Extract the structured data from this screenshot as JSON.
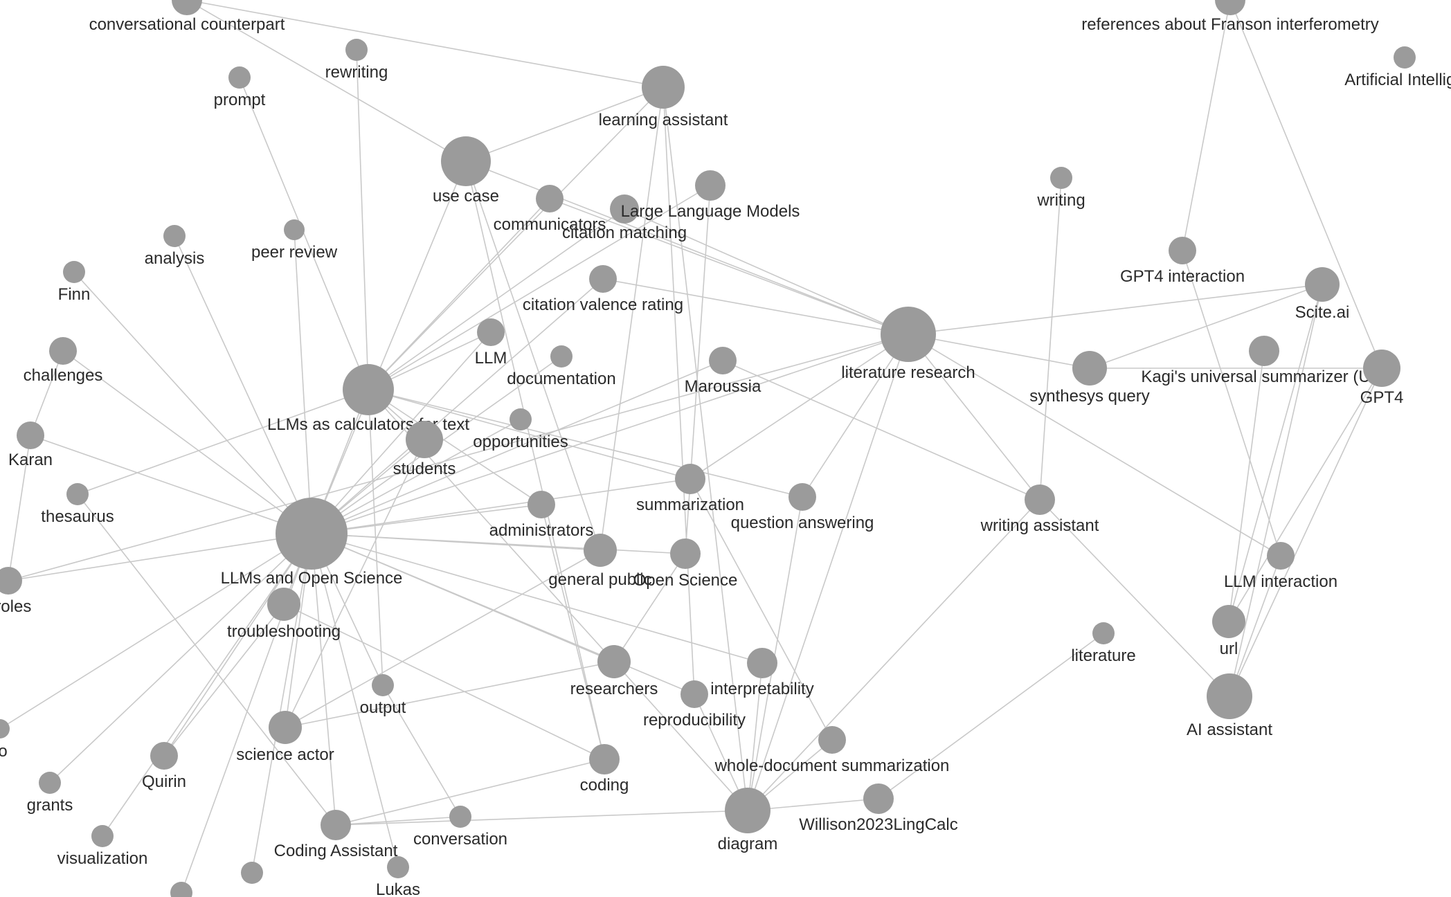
{
  "graph": {
    "node_color": "#9b9b9b",
    "edge_color": "#c9c9c9",
    "label_color": "#2a2a2a",
    "nodes": [
      {
        "id": "conversational_counterpart",
        "label": "conversational counterpart"
      },
      {
        "id": "rewriting",
        "label": "rewriting"
      },
      {
        "id": "prompt",
        "label": "prompt"
      },
      {
        "id": "learning_assistant",
        "label": "learning assistant"
      },
      {
        "id": "use_case",
        "label": "use case"
      },
      {
        "id": "communicators",
        "label": "communicators"
      },
      {
        "id": "citation_matching",
        "label": "citation matching"
      },
      {
        "id": "large_language_models",
        "label": "Large Language Models"
      },
      {
        "id": "analysis",
        "label": "analysis"
      },
      {
        "id": "peer_review",
        "label": "peer review"
      },
      {
        "id": "finn",
        "label": "Finn"
      },
      {
        "id": "citation_valence_rating",
        "label": "citation valence rating"
      },
      {
        "id": "challenges",
        "label": "challenges"
      },
      {
        "id": "llm",
        "label": "LLM"
      },
      {
        "id": "documentation",
        "label": "documentation"
      },
      {
        "id": "maroussia",
        "label": "Maroussia"
      },
      {
        "id": "llms_as_calculators",
        "label": "LLMs as calculators for text"
      },
      {
        "id": "karan",
        "label": "Karan"
      },
      {
        "id": "students",
        "label": "students"
      },
      {
        "id": "opportunities",
        "label": "opportunities"
      },
      {
        "id": "thesaurus",
        "label": "thesaurus"
      },
      {
        "id": "llms_and_open_science",
        "label": "LLMs and Open Science"
      },
      {
        "id": "summarization",
        "label": "summarization"
      },
      {
        "id": "question_answering",
        "label": "question answering"
      },
      {
        "id": "administrators",
        "label": "administrators"
      },
      {
        "id": "general_public",
        "label": "general public"
      },
      {
        "id": "open_science",
        "label": "Open Science"
      },
      {
        "id": "roles",
        "label": "r roles"
      },
      {
        "id": "troubleshooting",
        "label": "troubleshooting"
      },
      {
        "id": "output",
        "label": "output"
      },
      {
        "id": "science_actor",
        "label": "science actor"
      },
      {
        "id": "researchers",
        "label": "researchers"
      },
      {
        "id": "interpretability",
        "label": "interpretability"
      },
      {
        "id": "reproducibility",
        "label": "reproducibility"
      },
      {
        "id": "ro",
        "label": "ro"
      },
      {
        "id": "quirin",
        "label": "Quirin"
      },
      {
        "id": "grants",
        "label": "grants"
      },
      {
        "id": "coding",
        "label": "coding"
      },
      {
        "id": "visualization",
        "label": "visualization"
      },
      {
        "id": "coding_assistant",
        "label": "Coding Assistant"
      },
      {
        "id": "conversation",
        "label": "conversation"
      },
      {
        "id": "lukas",
        "label": "Lukas"
      },
      {
        "id": "diagram",
        "label": "diagram"
      },
      {
        "id": "whole_document_summarization",
        "label": "whole-document summarization"
      },
      {
        "id": "willison",
        "label": "Willison2023LingCalc"
      },
      {
        "id": "literature_research",
        "label": "literature research"
      },
      {
        "id": "writing",
        "label": "writing"
      },
      {
        "id": "writing_assistant",
        "label": "writing assistant"
      },
      {
        "id": "synthesys_query",
        "label": "synthesys query"
      },
      {
        "id": "gpt4_interaction",
        "label": "GPT4 interaction"
      },
      {
        "id": "references_franson",
        "label": "references about Franson interferometry"
      },
      {
        "id": "artificial_intelligence",
        "label": "Artificial Intellige"
      },
      {
        "id": "scite_ai",
        "label": "Scite.ai"
      },
      {
        "id": "kagi",
        "label": "Kagi's universal summarizer (US)"
      },
      {
        "id": "gpt4",
        "label": "GPT4"
      },
      {
        "id": "llm_interaction",
        "label": "LLM interaction"
      },
      {
        "id": "url",
        "label": "url"
      },
      {
        "id": "literature",
        "label": "literature"
      },
      {
        "id": "ai_assistant",
        "label": "AI assistant"
      },
      {
        "id": "unlabeled_1",
        "label": ""
      },
      {
        "id": "unlabeled_2",
        "label": ""
      }
    ],
    "edges": [
      [
        "conversational_counterpart",
        "learning_assistant"
      ],
      [
        "conversational_counterpart",
        "use_case"
      ],
      [
        "rewriting",
        "llms_as_calculators"
      ],
      [
        "prompt",
        "llms_as_calculators"
      ],
      [
        "finn",
        "llms_and_open_science"
      ],
      [
        "analysis",
        "llms_and_open_science"
      ],
      [
        "peer_review",
        "llms_and_open_science"
      ],
      [
        "challenges",
        "karan"
      ],
      [
        "challenges",
        "llms_and_open_science"
      ],
      [
        "karan",
        "llms_and_open_science"
      ],
      [
        "karan",
        "roles"
      ],
      [
        "thesaurus",
        "llms_as_calculators"
      ],
      [
        "thesaurus",
        "coding_assistant"
      ],
      [
        "roles",
        "llms_and_open_science"
      ],
      [
        "roles",
        "literature_research"
      ],
      [
        "use_case",
        "learning_assistant"
      ],
      [
        "use_case",
        "llms_and_open_science"
      ],
      [
        "use_case",
        "literature_research"
      ],
      [
        "use_case",
        "general_public"
      ],
      [
        "use_case",
        "coding"
      ],
      [
        "learning_assistant",
        "llms_as_calculators"
      ],
      [
        "learning_assistant",
        "general_public"
      ],
      [
        "learning_assistant",
        "reproducibility"
      ],
      [
        "learning_assistant",
        "diagram"
      ],
      [
        "communicators",
        "llms_as_calculators"
      ],
      [
        "communicators",
        "literature_research"
      ],
      [
        "citation_matching",
        "llms_as_calculators"
      ],
      [
        "citation_matching",
        "literature_research"
      ],
      [
        "large_language_models",
        "llms_as_calculators"
      ],
      [
        "large_language_models",
        "open_science"
      ],
      [
        "citation_valence_rating",
        "llms_and_open_science"
      ],
      [
        "citation_valence_rating",
        "literature_research"
      ],
      [
        "llm",
        "llms_and_open_science"
      ],
      [
        "llm",
        "llms_as_calculators"
      ],
      [
        "documentation",
        "llms_and_open_science"
      ],
      [
        "maroussia",
        "llms_and_open_science"
      ],
      [
        "maroussia",
        "writing_assistant"
      ],
      [
        "llms_as_calculators",
        "llms_and_open_science"
      ],
      [
        "llms_as_calculators",
        "students"
      ],
      [
        "llms_as_calculators",
        "summarization"
      ],
      [
        "llms_as_calculators",
        "question_answering"
      ],
      [
        "llms_as_calculators",
        "administrators"
      ],
      [
        "llms_as_calculators",
        "researchers"
      ],
      [
        "llms_as_calculators",
        "output"
      ],
      [
        "students",
        "llms_and_open_science"
      ],
      [
        "students",
        "science_actor"
      ],
      [
        "opportunities",
        "llms_and_open_science"
      ],
      [
        "llms_and_open_science",
        "summarization"
      ],
      [
        "llms_and_open_science",
        "administrators"
      ],
      [
        "llms_and_open_science",
        "general_public"
      ],
      [
        "llms_and_open_science",
        "open_science"
      ],
      [
        "llms_and_open_science",
        "troubleshooting"
      ],
      [
        "llms_and_open_science",
        "output"
      ],
      [
        "llms_and_open_science",
        "science_actor"
      ],
      [
        "llms_and_open_science",
        "researchers"
      ],
      [
        "llms_and_open_science",
        "interpretability"
      ],
      [
        "llms_and_open_science",
        "reproducibility"
      ],
      [
        "llms_and_open_science",
        "quirin"
      ],
      [
        "llms_and_open_science",
        "grants"
      ],
      [
        "llms_and_open_science",
        "visualization"
      ],
      [
        "llms_and_open_science",
        "coding_assistant"
      ],
      [
        "llms_and_open_science",
        "lukas"
      ],
      [
        "llms_and_open_science",
        "ro"
      ],
      [
        "llms_and_open_science",
        "literature_research"
      ],
      [
        "llms_and_open_science",
        "unlabeled_1"
      ],
      [
        "llms_and_open_science",
        "unlabeled_2"
      ],
      [
        "summarization",
        "literature_research"
      ],
      [
        "summarization",
        "whole_document_summarization"
      ],
      [
        "administrators",
        "coding"
      ],
      [
        "general_public",
        "science_actor"
      ],
      [
        "open_science",
        "researchers"
      ],
      [
        "literature_research",
        "writing_assistant"
      ],
      [
        "literature_research",
        "synthesys_query"
      ],
      [
        "literature_research",
        "scite_ai"
      ],
      [
        "literature_research",
        "llm_interaction"
      ],
      [
        "literature_research",
        "diagram"
      ],
      [
        "literature_research",
        "question_answering"
      ],
      [
        "writing",
        "writing_assistant"
      ],
      [
        "writing_assistant",
        "diagram"
      ],
      [
        "writing_assistant",
        "ai_assistant"
      ],
      [
        "synthesys_query",
        "scite_ai"
      ],
      [
        "synthesys_query",
        "gpt4"
      ],
      [
        "gpt4_interaction",
        "references_franson"
      ],
      [
        "gpt4_interaction",
        "llm_interaction"
      ],
      [
        "references_franson",
        "gpt4"
      ],
      [
        "scite_ai",
        "url"
      ],
      [
        "scite_ai",
        "ai_assistant"
      ],
      [
        "kagi",
        "url"
      ],
      [
        "gpt4",
        "url"
      ],
      [
        "gpt4",
        "ai_assistant"
      ],
      [
        "llm_interaction",
        "ai_assistant"
      ],
      [
        "question_answering",
        "diagram"
      ],
      [
        "troubleshooting",
        "coding"
      ],
      [
        "troubleshooting",
        "quirin"
      ],
      [
        "output",
        "conversation"
      ],
      [
        "science_actor",
        "researchers"
      ],
      [
        "coding",
        "coding_assistant"
      ],
      [
        "conversation",
        "coding_assistant"
      ],
      [
        "coding_assistant",
        "diagram"
      ],
      [
        "interpretability",
        "diagram"
      ],
      [
        "reproducibility",
        "diagram"
      ],
      [
        "researchers",
        "diagram"
      ],
      [
        "literature",
        "willison"
      ],
      [
        "willison",
        "diagram"
      ],
      [
        "diagram",
        "whole_document_summarization"
      ]
    ]
  }
}
